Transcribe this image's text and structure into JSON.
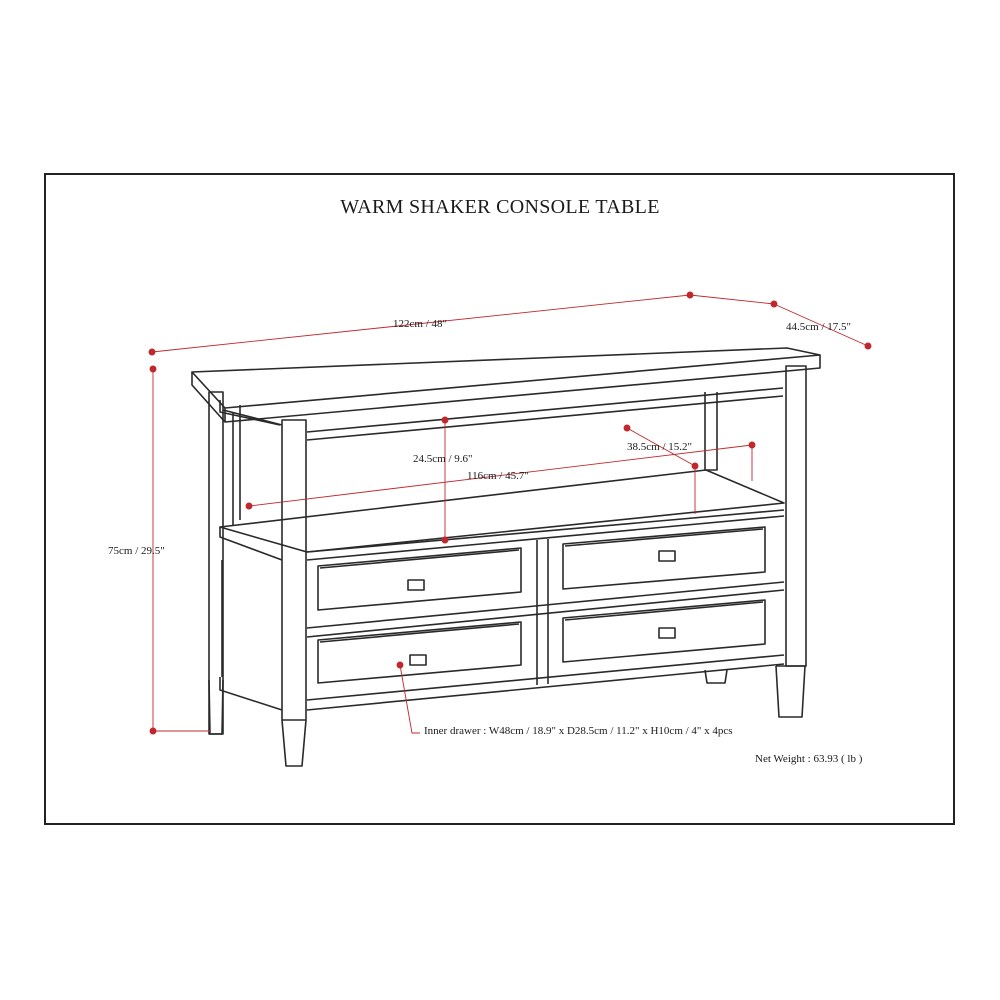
{
  "title": "WARM SHAKER CONSOLE TABLE",
  "colors": {
    "dimension_marker": "#c0282e",
    "line_art": "#2a2a2a"
  },
  "dimensions": {
    "width": "122cm / 48\"",
    "depth": "44.5cm / 17.5\"",
    "height": "75cm / 29.5\"",
    "shelf_clearance": "24.5cm / 9.6\"",
    "shelf_width": "116cm / 45.7\"",
    "shelf_depth": "38.5cm / 15.2\""
  },
  "notes": {
    "inner_drawer": "Inner drawer : W48cm / 18.9\" x D28.5cm / 11.2\" x H10cm / 4\" x 4pcs",
    "net_weight": "Net Weight : 63.93 ( lb )"
  }
}
